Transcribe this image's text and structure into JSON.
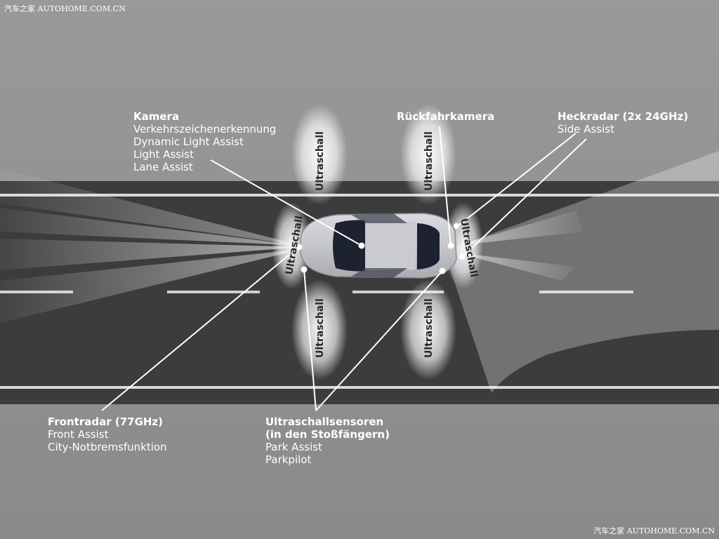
{
  "watermark_top": "汽车之家 AUTOHOME.COM.CN",
  "watermark_bottom": "汽车之家 AUTOHOME.COM.CN",
  "sensor_label": "Ultraschall",
  "labels": {
    "kamera": {
      "title": "Kamera",
      "lines": [
        "Verkehrszeichenerkennung",
        "Dynamic Light Assist",
        "Light Assist",
        "Lane Assist"
      ]
    },
    "rueck": {
      "title": "Rückfahrkamera"
    },
    "heck": {
      "title": "Heckradar (2x 24GHz)",
      "lines": [
        "Side Assist"
      ]
    },
    "front": {
      "title": "Frontradar (77GHz)",
      "lines": [
        "Front Assist",
        "City-Notbremsfunktion"
      ]
    },
    "ultra": {
      "title": "Ultraschallsensoren",
      "title2": "(in den Stoßfängern)",
      "lines": [
        "Park Assist",
        "Parkpilot"
      ]
    }
  }
}
